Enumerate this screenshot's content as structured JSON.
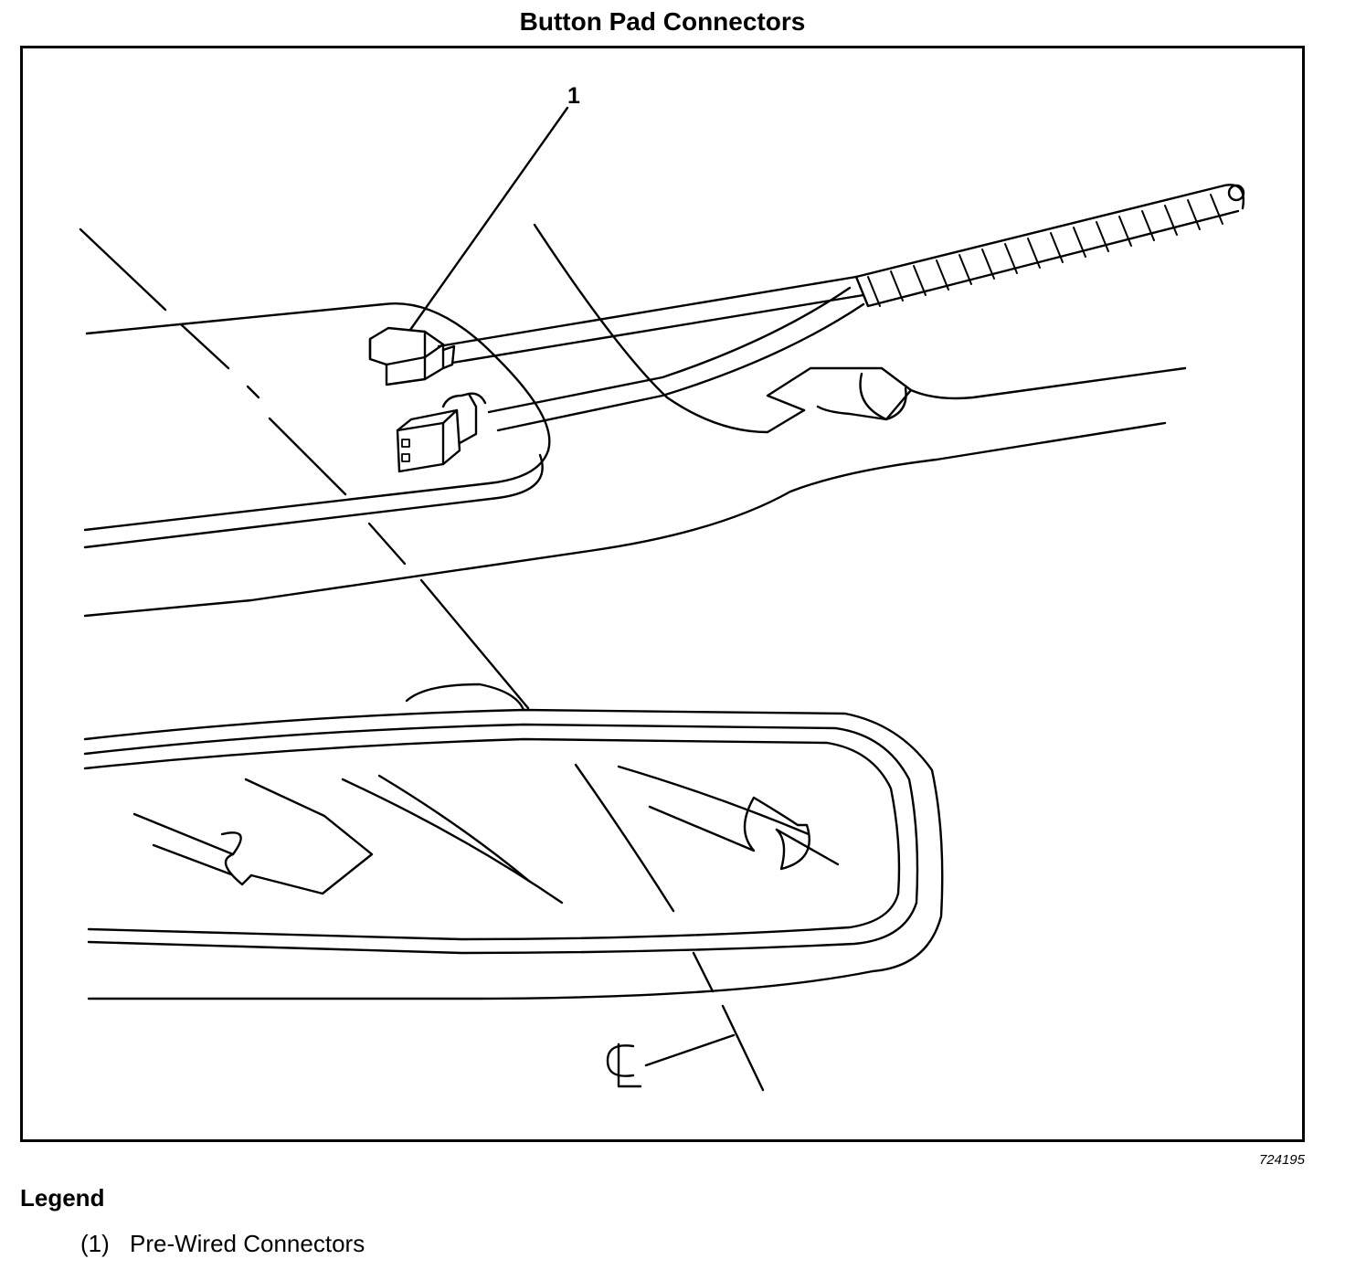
{
  "title": "Button Pad Connectors",
  "figure_id": "724195",
  "callout": "1",
  "legend": {
    "heading": "Legend",
    "items": [
      {
        "number": "(1)",
        "label": "Pre-Wired Connectors"
      }
    ]
  }
}
